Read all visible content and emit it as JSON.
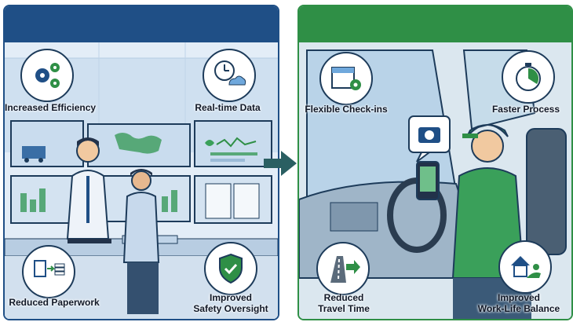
{
  "left_panel": {
    "benefits": [
      {
        "label": "Increased Efficiency",
        "icon": "gears-icon"
      },
      {
        "label": "Real-time Data",
        "icon": "clock-cloud-icon"
      },
      {
        "label": "Reduced Paperwork",
        "icon": "documents-stack-icon"
      },
      {
        "label": "Improved\nSafety Oversight",
        "icon": "shield-check-icon"
      }
    ],
    "colors": {
      "header": "#1f4f86",
      "background": "#dce8f4"
    }
  },
  "right_panel": {
    "benefits": [
      {
        "label": "Flexible Check-ins",
        "icon": "calendar-pin-icon"
      },
      {
        "label": "Faster Process",
        "icon": "stopwatch-icon"
      },
      {
        "label": "Reduced\nTravel Time",
        "icon": "road-arrow-icon"
      },
      {
        "label": "Improved\nWork-Life Balance",
        "icon": "home-relax-icon"
      }
    ],
    "colors": {
      "header": "#2f8f46",
      "background": "#d7e6ef"
    }
  },
  "transition_arrow": {
    "icon": "arrow-right-icon",
    "color": "#2a5f62"
  }
}
